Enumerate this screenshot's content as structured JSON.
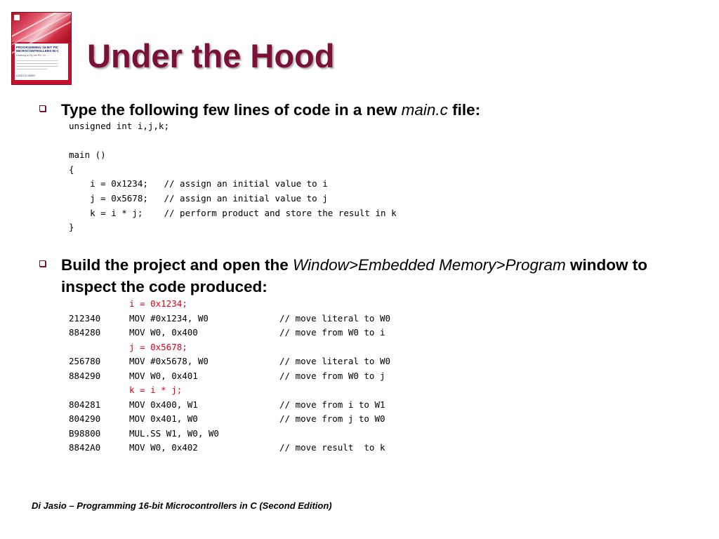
{
  "slide": {
    "title": "Under the Hood",
    "book_cover": {
      "title": "PROGRAMMING 16-BIT PIC MICROCONTROLLERS IN C",
      "subtitle": "Learning to Fly the PIC 24",
      "author": "LUCIO DI JASIO"
    },
    "bullet1": {
      "text_before": "Type the following few lines of code in a new ",
      "italic": "main.c",
      "text_after": " file:"
    },
    "code_lines": [
      "unsigned int i,j,k;",
      "",
      "main ()",
      "{",
      "    i = 0x1234;   // assign an initial value to i",
      "    j = 0x5678;   // assign an initial value to j",
      "    k = i * j;    // perform product and store the result in k",
      "}"
    ],
    "bullet2": {
      "text_before": "Build the project and open the ",
      "italic": "Window>Embedded Memory>Program",
      "text_after": " window to inspect the code produced:"
    },
    "disassembly": [
      {
        "source": "i = 0x1234;"
      },
      {
        "addr": "212340",
        "instr": "MOV #0x1234, W0",
        "comment": "// move literal to W0"
      },
      {
        "addr": "884280",
        "instr": "MOV W0, 0x400",
        "comment": "// move from W0 to i"
      },
      {
        "source": "j = 0x5678;"
      },
      {
        "addr": "256780",
        "instr": "MOV #0x5678, W0",
        "comment": "// move literal to W0"
      },
      {
        "addr": "884290",
        "instr": "MOV W0, 0x401",
        "comment": "// move from W0 to j"
      },
      {
        "source": "k = i * j;"
      },
      {
        "addr": "804281",
        "instr": "MOV 0x400, W1",
        "comment": "// move from i to W1"
      },
      {
        "addr": "804290",
        "instr": "MOV 0x401, W0",
        "comment": "// move from j to W0"
      },
      {
        "addr": "B98800",
        "instr": "MUL.SS W1, W0, W0",
        "comment": ""
      },
      {
        "addr": "8842A0",
        "instr": "MOV W0, 0x402",
        "comment": "// move result  to k"
      }
    ],
    "footer": "Di Jasio – Programming 16-bit Microcontrollers in C (Second Edition)"
  },
  "colors": {
    "title": "#7b1038",
    "source_line": "#e0001a",
    "cover": "#c8102e"
  }
}
